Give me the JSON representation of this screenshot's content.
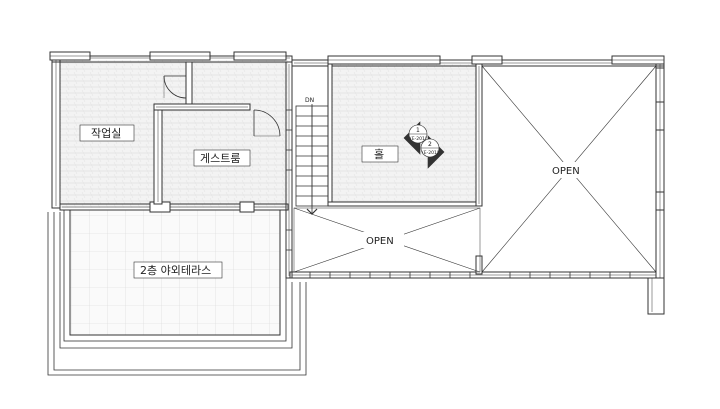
{
  "rooms": {
    "workroom": "작업실",
    "guestroom": "게스트룸",
    "hall": "홀",
    "terrace": "2층 야외테라스"
  },
  "voids": {
    "left": "OPEN",
    "right": "OPEN"
  },
  "stair": {
    "direction": "DN"
  },
  "section_marker": {
    "top_number": "1",
    "top_ref": "(E-201)",
    "bottom_number": "2",
    "bottom_ref": "(E-201)"
  },
  "colors": {
    "wall": "#333333",
    "hatch_fill": "#f2f2f2",
    "tile_line": "#d0d0d0"
  }
}
